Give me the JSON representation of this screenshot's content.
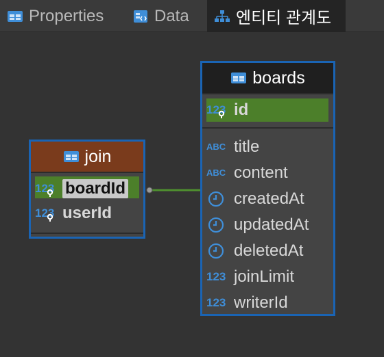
{
  "tabs": [
    {
      "label": "Properties",
      "icon": "table-icon",
      "active": false
    },
    {
      "label": "Data",
      "icon": "data-grid-icon",
      "active": false
    },
    {
      "label": "엔티티 관계도",
      "icon": "er-diagram-icon",
      "active": true
    }
  ],
  "entities": {
    "join": {
      "title": "join",
      "header_color": "#7a3b1c",
      "pk": [
        {
          "type": "123",
          "name": "boardId"
        }
      ],
      "columns": [
        {
          "type": "123",
          "name": "userId"
        }
      ]
    },
    "boards": {
      "title": "boards",
      "header_color": "#1f1f1f",
      "pk": [
        {
          "type": "123",
          "name": "id"
        }
      ],
      "columns": [
        {
          "type": "ABC",
          "name": "title"
        },
        {
          "type": "ABC",
          "name": "content"
        },
        {
          "type": "clock",
          "name": "createdAt"
        },
        {
          "type": "clock",
          "name": "updatedAt"
        },
        {
          "type": "clock",
          "name": "deletedAt"
        },
        {
          "type": "123",
          "name": "joinLimit"
        },
        {
          "type": "123",
          "name": "writerId"
        }
      ]
    }
  },
  "relation": {
    "from": "join.boardId",
    "to": "boards.id"
  },
  "colors": {
    "accent": "#1a64b4",
    "pk_highlight": "#4c7f2a",
    "relation_line": "#4f8f2f"
  }
}
